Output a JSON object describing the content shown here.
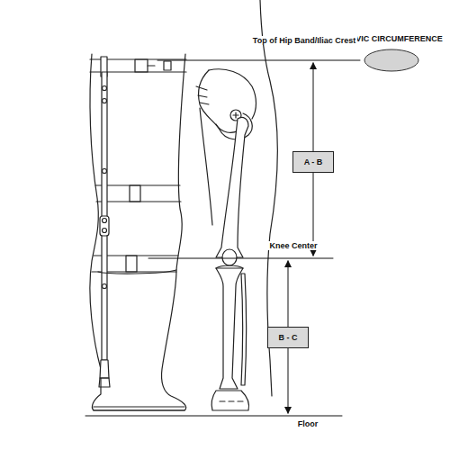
{
  "diagram": {
    "nodes": [
      {
        "text": [
          "PELVIC CIRCUMFERENCE"
        ]
      },
      {
        "text": [
          "A - B"
        ]
      },
      {
        "text": [
          "B - C"
        ]
      }
    ],
    "labels": [
      "Top of Hip Band/Iliac Crest",
      "Knee Center",
      "Floor"
    ]
  }
}
